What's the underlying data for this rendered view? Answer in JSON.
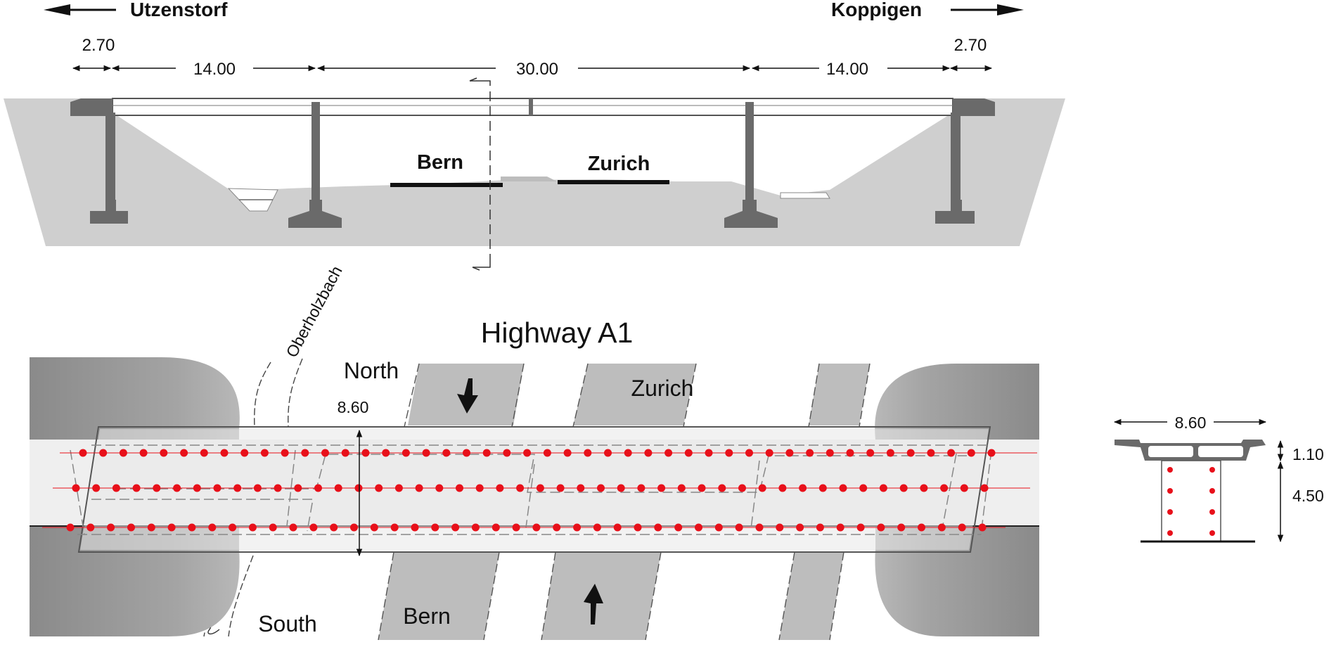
{
  "elevation": {
    "left_direction": "Utzenstorf",
    "right_direction": "Koppigen",
    "spans": [
      "2.70",
      "14.00",
      "30.00",
      "14.00",
      "2.70"
    ],
    "lane_left": "Bern",
    "lane_right": "Zurich"
  },
  "plan": {
    "highway": "Highway A1",
    "stream": "Oberholzbach",
    "north": "North",
    "south": "South",
    "width": "8.60",
    "lane_top": "Zurich",
    "lane_bottom": "Bern",
    "stream_mark": "1"
  },
  "cross_section": {
    "width": "8.60",
    "deck_depth": "1.10",
    "pier_height": "4.50"
  },
  "colors": {
    "ground": "#cfcfcf",
    "ground_dark": "#a9a9a9",
    "structure": "#6a6a6a",
    "deck_band": "#efefef",
    "road": "#bdbdbd",
    "sensor": "#e8101a",
    "line": "#1a1a1a"
  }
}
